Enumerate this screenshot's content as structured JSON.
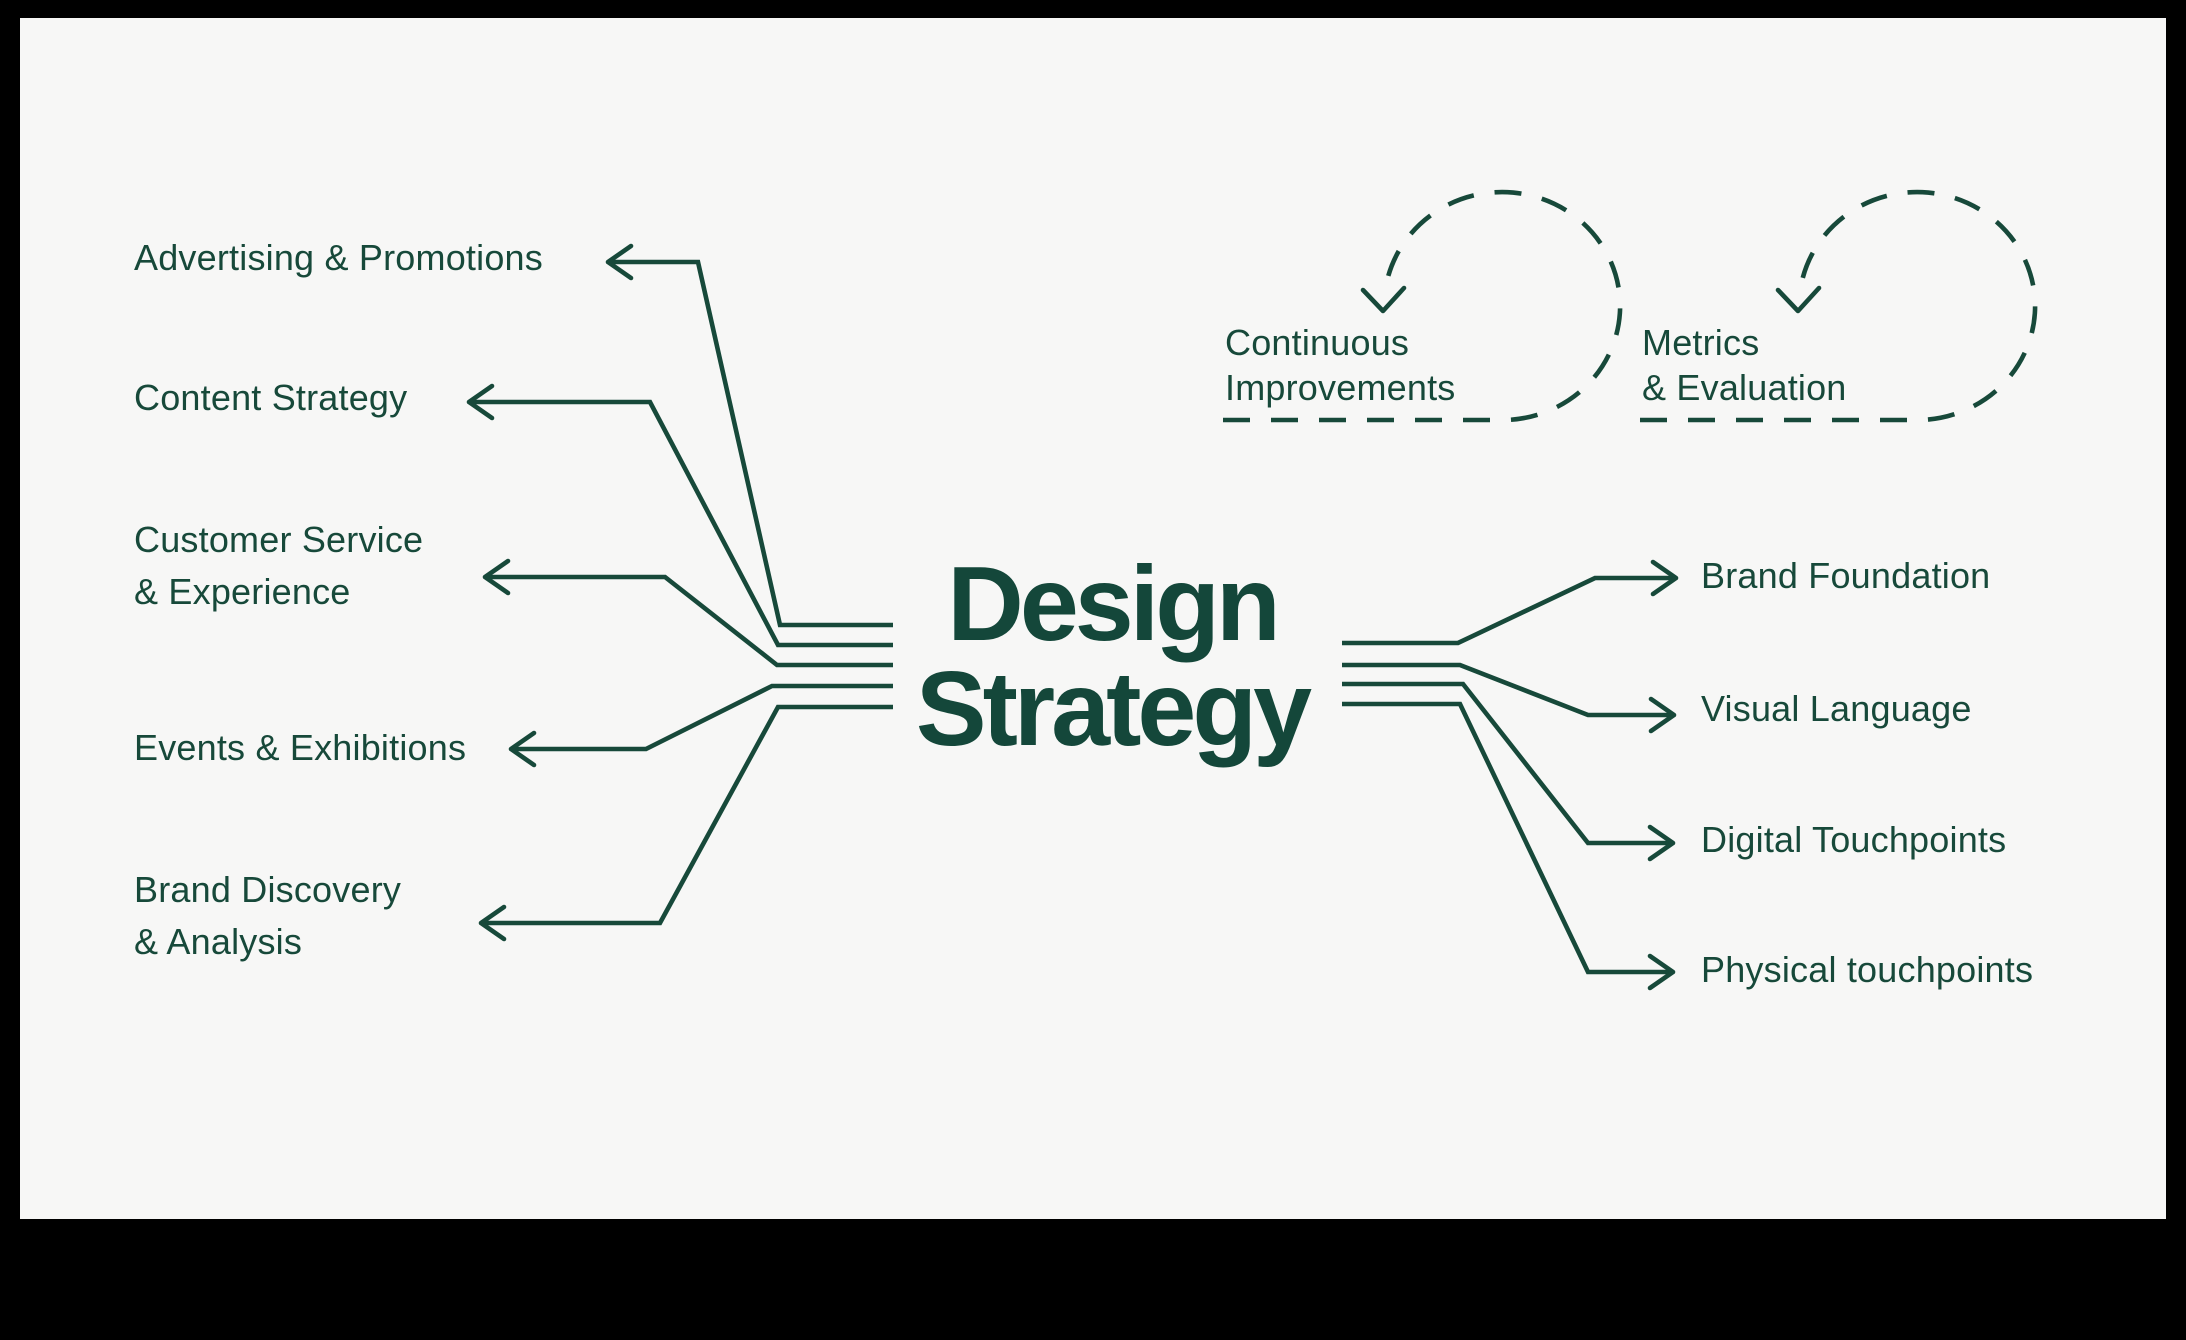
{
  "frame": {
    "background_color": "#000000",
    "panel_color": "#f7f7f6",
    "accent_color": "#17493a"
  },
  "center": {
    "title_line1": "Design",
    "title_line2": "Strategy"
  },
  "left_branches": [
    {
      "line1": "Advertising & Promotions",
      "line2": ""
    },
    {
      "line1": "Content Strategy",
      "line2": ""
    },
    {
      "line1": "Customer Service",
      "line2": "& Experience"
    },
    {
      "line1": "Events & Exhibitions",
      "line2": ""
    },
    {
      "line1": "Brand Discovery",
      "line2": "& Analysis"
    }
  ],
  "right_branches": [
    {
      "label": "Brand Foundation"
    },
    {
      "label": "Visual Language"
    },
    {
      "label": "Digital Touchpoints"
    },
    {
      "label": "Physical touchpoints"
    }
  ],
  "loops": [
    {
      "line1": "Continuous",
      "line2": "Improvements"
    },
    {
      "line1": "Metrics",
      "line2": "& Evaluation"
    }
  ]
}
